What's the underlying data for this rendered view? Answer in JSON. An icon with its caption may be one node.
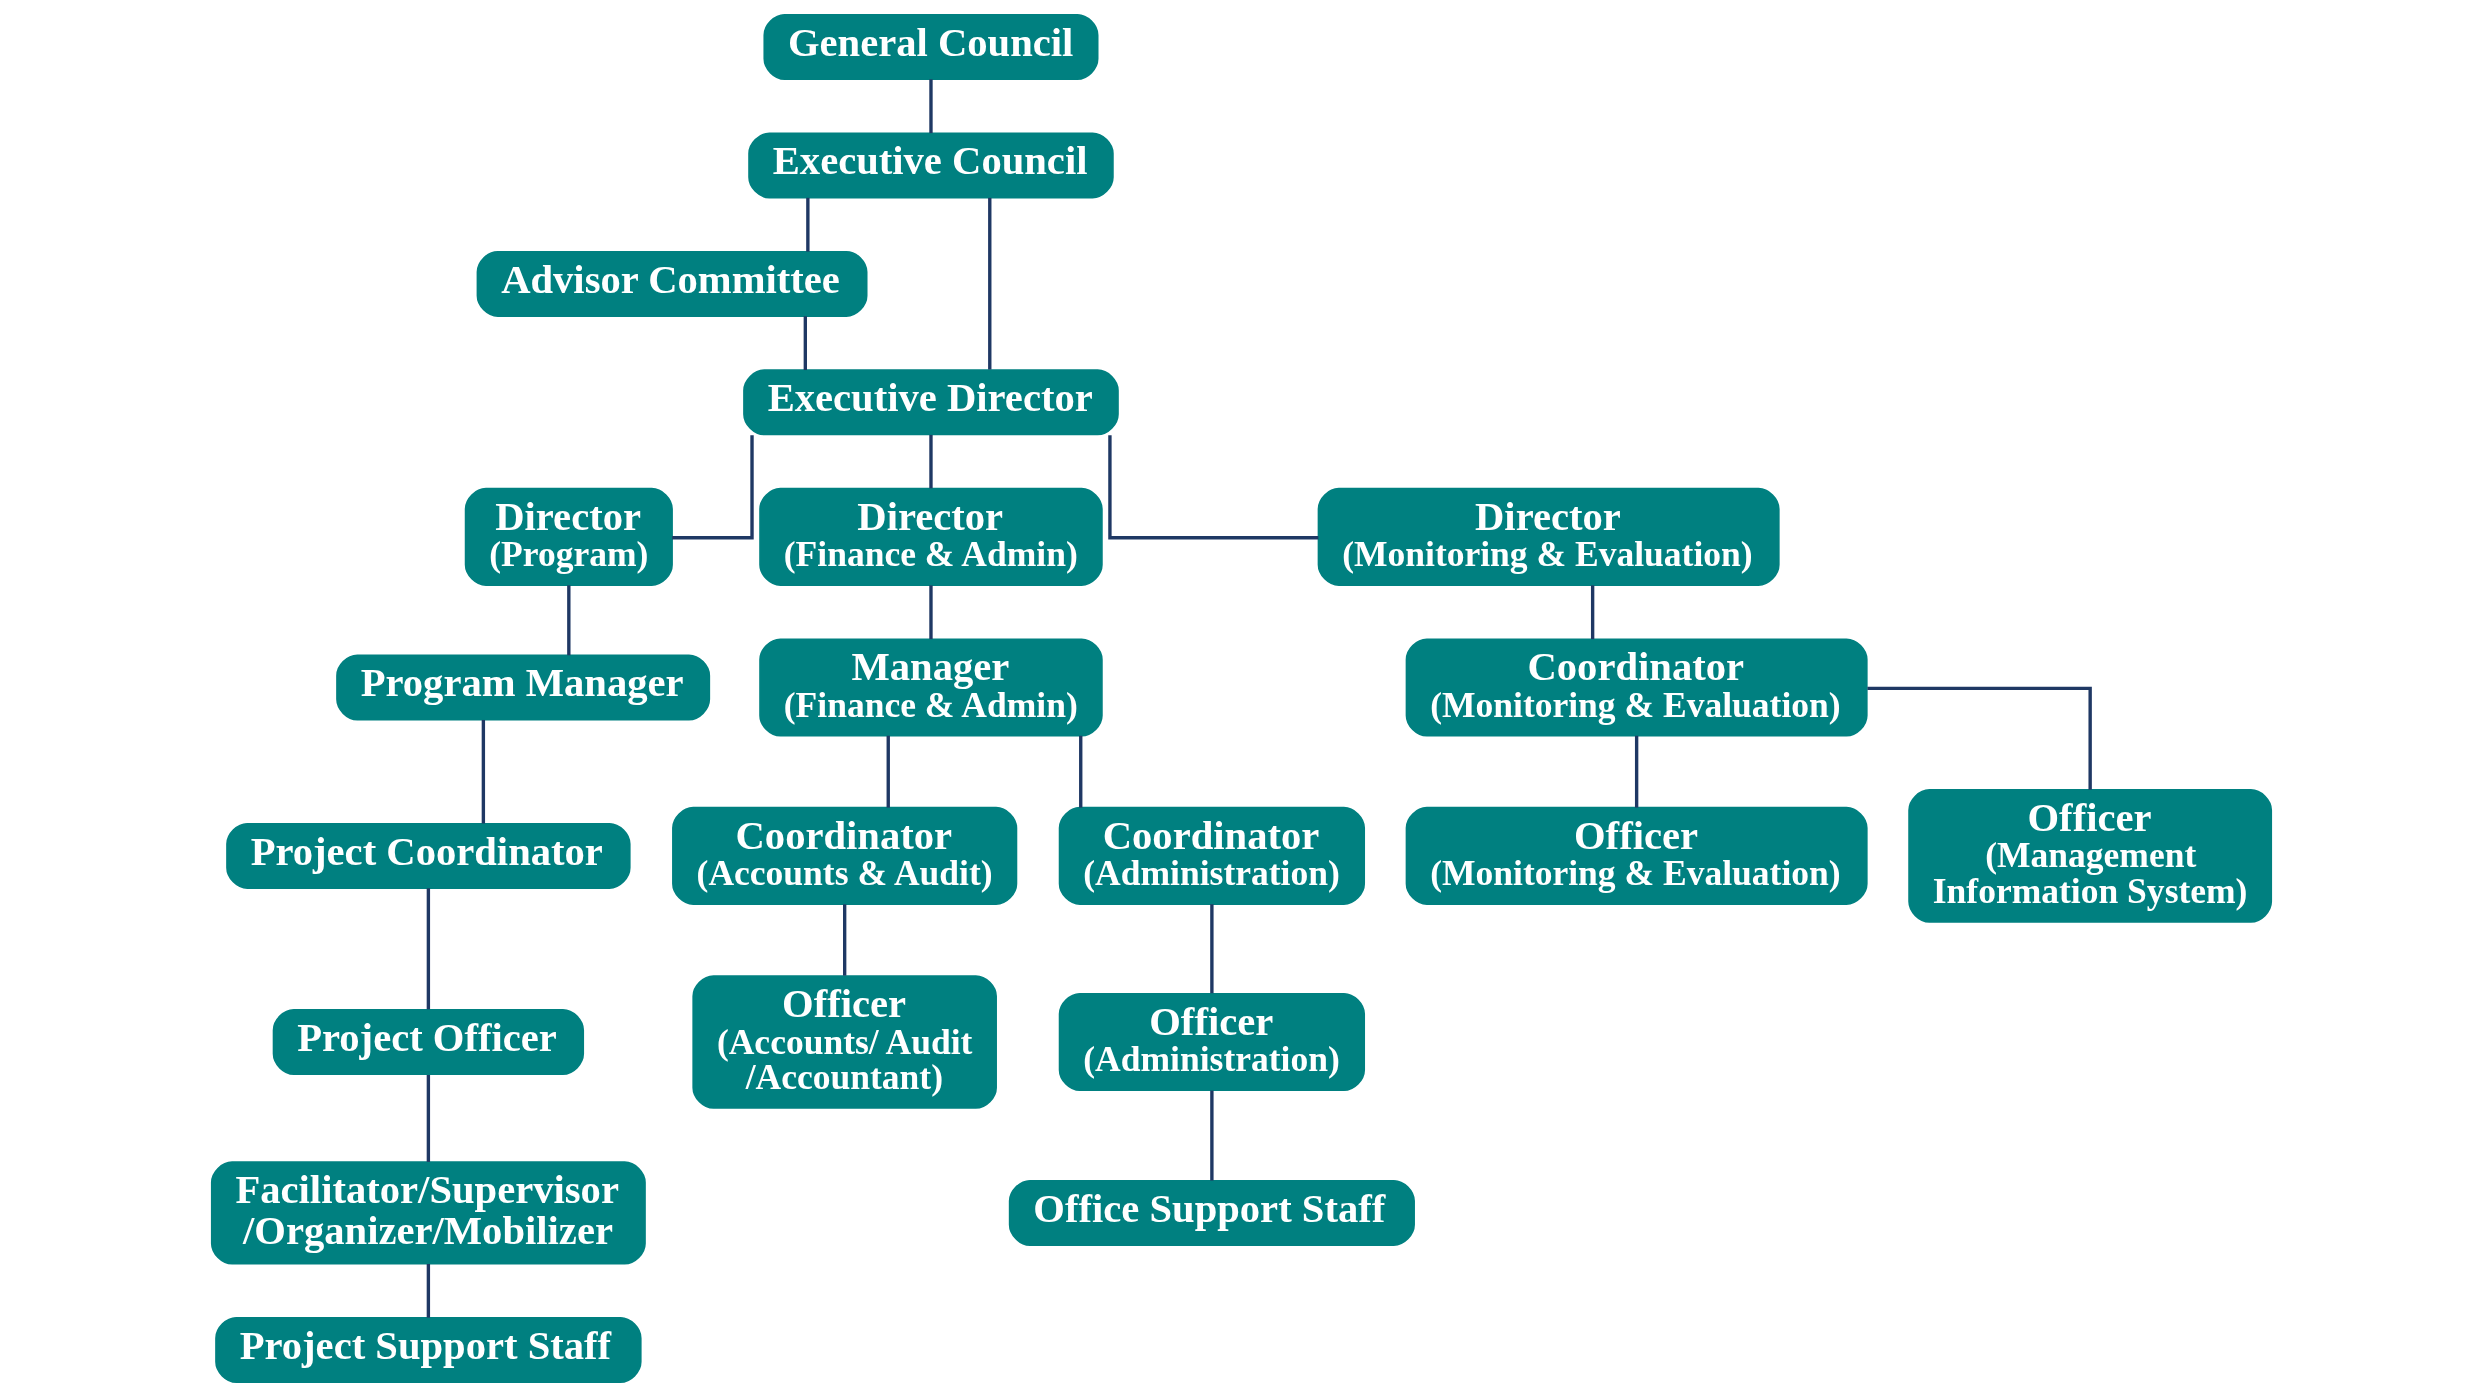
{
  "diagram": {
    "nodes": [
      {
        "text": [
          "General Council"
        ]
      },
      {
        "text": [
          "Executive Council"
        ]
      },
      {
        "text": [
          "Advisor Committee"
        ]
      },
      {
        "text": [
          "Executive Director"
        ]
      },
      {
        "text": [
          "Director",
          "(Program)"
        ]
      },
      {
        "text": [
          "Director",
          "(Finance & Admin)"
        ]
      },
      {
        "text": [
          "Director",
          "(Monitoring & Evaluation)"
        ]
      },
      {
        "text": [
          "Program Manager"
        ]
      },
      {
        "text": [
          "Project Coordinator"
        ]
      },
      {
        "text": [
          "Project Officer"
        ]
      },
      {
        "text": [
          "Facilitator/Supervisor /Organizer/Mobilizer"
        ]
      },
      {
        "text": [
          "Project Support Staff"
        ]
      },
      {
        "text": [
          "Manager",
          "(Finance & Admin)"
        ]
      },
      {
        "text": [
          "Coordinator",
          "(Accounts & Audit)"
        ]
      },
      {
        "text": [
          "Coordinator",
          "(Administration)"
        ]
      },
      {
        "text": [
          "Officer",
          "(Accounts/ Audit /Accountant)"
        ]
      },
      {
        "text": [
          "Officer",
          "(Administration)"
        ]
      },
      {
        "text": [
          "Office Support Staff"
        ]
      },
      {
        "text": [
          "Coordinator",
          "(Monitoring & Evaluation)"
        ]
      },
      {
        "text": [
          "Officer",
          "(Monitoring & Evaluation)"
        ]
      },
      {
        "text": [
          "Officer",
          "(Management Information System)"
        ]
      }
    ],
    "edges": [
      {
        "from": 0,
        "to": 1,
        "arrow": "none"
      },
      {
        "from": 1,
        "to": 3,
        "arrow": "none"
      },
      {
        "from": 1,
        "to": 2,
        "arrow": "none"
      },
      {
        "from": 2,
        "to": 3,
        "arrow": "none"
      },
      {
        "from": 3,
        "to": 4,
        "arrow": "none"
      },
      {
        "from": 3,
        "to": 5,
        "arrow": "none"
      },
      {
        "from": 3,
        "to": 6,
        "arrow": "none"
      },
      {
        "from": 4,
        "to": 7,
        "arrow": "none"
      },
      {
        "from": 7,
        "to": 8,
        "arrow": "none"
      },
      {
        "from": 8,
        "to": 9,
        "arrow": "none"
      },
      {
        "from": 9,
        "to": 10,
        "arrow": "none"
      },
      {
        "from": 10,
        "to": 11,
        "arrow": "none"
      },
      {
        "from": 5,
        "to": 12,
        "arrow": "none"
      },
      {
        "from": 12,
        "to": 13,
        "arrow": "none"
      },
      {
        "from": 12,
        "to": 14,
        "arrow": "none"
      },
      {
        "from": 13,
        "to": 15,
        "arrow": "none"
      },
      {
        "from": 14,
        "to": 16,
        "arrow": "none"
      },
      {
        "from": 16,
        "to": 17,
        "arrow": "none"
      },
      {
        "from": 6,
        "to": 18,
        "arrow": "none"
      },
      {
        "from": 18,
        "to": 19,
        "arrow": "none"
      },
      {
        "from": 18,
        "to": 20,
        "arrow": "none"
      }
    ]
  }
}
